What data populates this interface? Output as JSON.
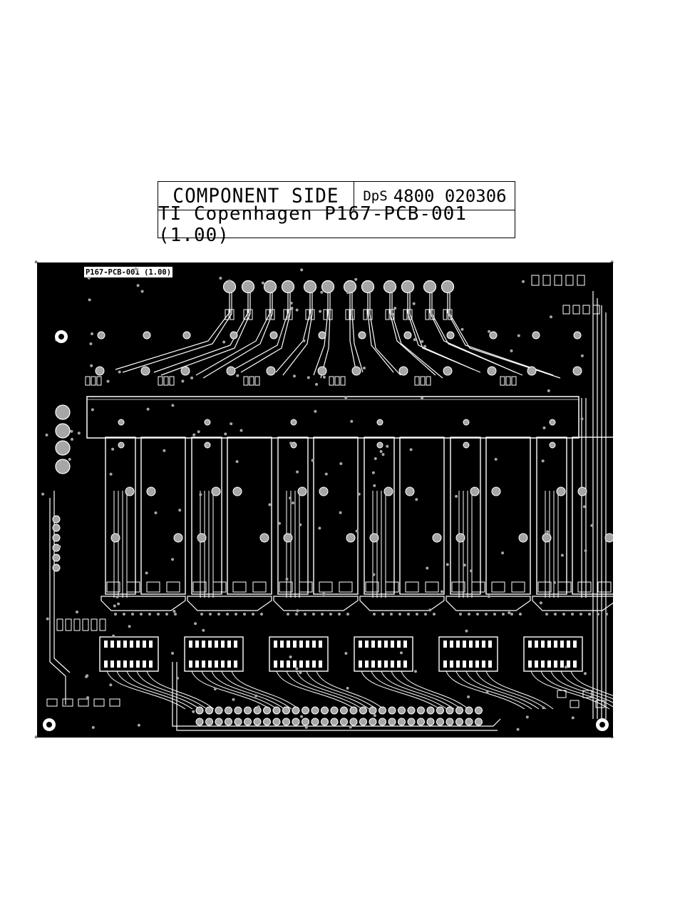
{
  "title_block": {
    "side_label": "COMPONENT SIDE",
    "code_prefix": "DpS",
    "code": "4800 020306",
    "project_line": "TI Copenhagen P167-PCB-001 (1.00)"
  },
  "board": {
    "silkscreen_label": "P167-PCB-001 (1.00)",
    "colors": {
      "copper": "#000000",
      "gap": "#ffffff",
      "pad": "#a6a6a6",
      "label_bg": "#ffffff"
    }
  }
}
